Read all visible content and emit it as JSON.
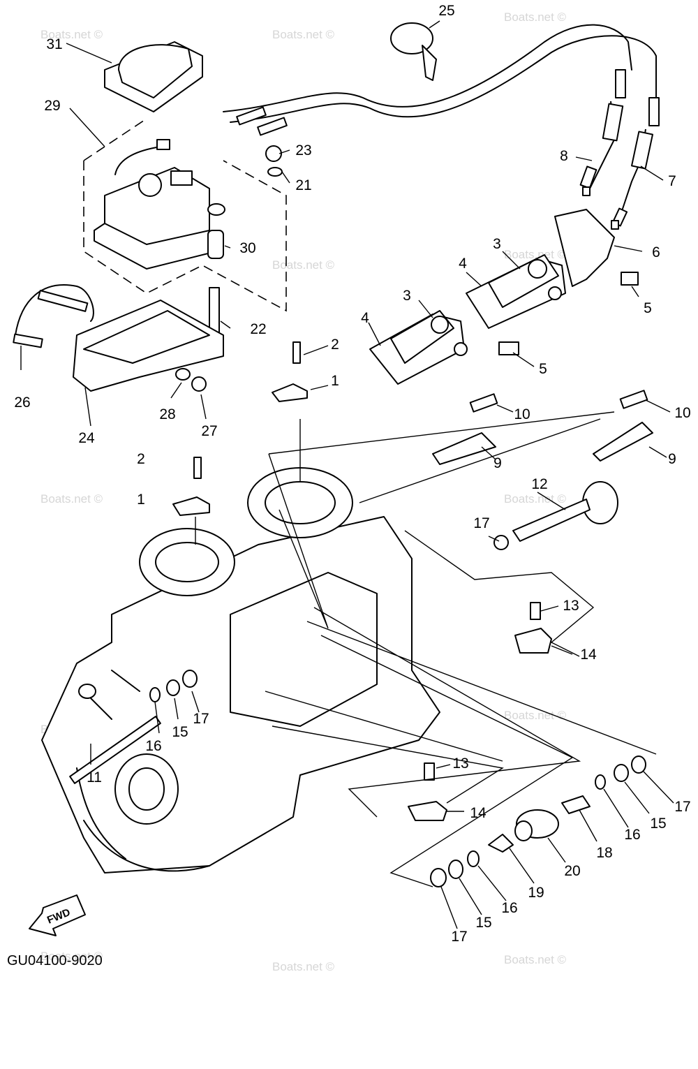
{
  "diagram_code": "GU04100-9020",
  "fwd_label": "FWD",
  "watermark": "Boats.net ©",
  "callouts": [
    {
      "id": "c25",
      "text": "25"
    },
    {
      "id": "c31",
      "text": "31"
    },
    {
      "id": "c29",
      "text": "29"
    },
    {
      "id": "c23",
      "text": "23"
    },
    {
      "id": "c21",
      "text": "21"
    },
    {
      "id": "c8",
      "text": "8"
    },
    {
      "id": "c7",
      "text": "7"
    },
    {
      "id": "c30",
      "text": "30"
    },
    {
      "id": "c6",
      "text": "6"
    },
    {
      "id": "c3a",
      "text": "3"
    },
    {
      "id": "c4a",
      "text": "4"
    },
    {
      "id": "c5a",
      "text": "5"
    },
    {
      "id": "c3b",
      "text": "3"
    },
    {
      "id": "c4b",
      "text": "4"
    },
    {
      "id": "c22",
      "text": "22"
    },
    {
      "id": "c2a",
      "text": "2"
    },
    {
      "id": "c1a",
      "text": "1"
    },
    {
      "id": "c5b",
      "text": "5"
    },
    {
      "id": "c26",
      "text": "26"
    },
    {
      "id": "c28",
      "text": "28"
    },
    {
      "id": "c27",
      "text": "27"
    },
    {
      "id": "c24",
      "text": "24"
    },
    {
      "id": "c10a",
      "text": "10"
    },
    {
      "id": "c10b",
      "text": "10"
    },
    {
      "id": "c9a",
      "text": "9"
    },
    {
      "id": "c9b",
      "text": "9"
    },
    {
      "id": "c2b",
      "text": "2"
    },
    {
      "id": "c1b",
      "text": "1"
    },
    {
      "id": "c12",
      "text": "12"
    },
    {
      "id": "c17a",
      "text": "17"
    },
    {
      "id": "c13a",
      "text": "13"
    },
    {
      "id": "c14a",
      "text": "14"
    },
    {
      "id": "c16a",
      "text": "16"
    },
    {
      "id": "c15a",
      "text": "15"
    },
    {
      "id": "c17b",
      "text": "17"
    },
    {
      "id": "c11",
      "text": "11"
    },
    {
      "id": "c13b",
      "text": "13"
    },
    {
      "id": "c14b",
      "text": "14"
    },
    {
      "id": "c17c",
      "text": "17"
    },
    {
      "id": "c15b",
      "text": "15"
    },
    {
      "id": "c16b",
      "text": "16"
    },
    {
      "id": "c18",
      "text": "18"
    },
    {
      "id": "c20",
      "text": "20"
    },
    {
      "id": "c19",
      "text": "19"
    },
    {
      "id": "c16c",
      "text": "16"
    },
    {
      "id": "c15c",
      "text": "15"
    },
    {
      "id": "c17d",
      "text": "17"
    }
  ]
}
